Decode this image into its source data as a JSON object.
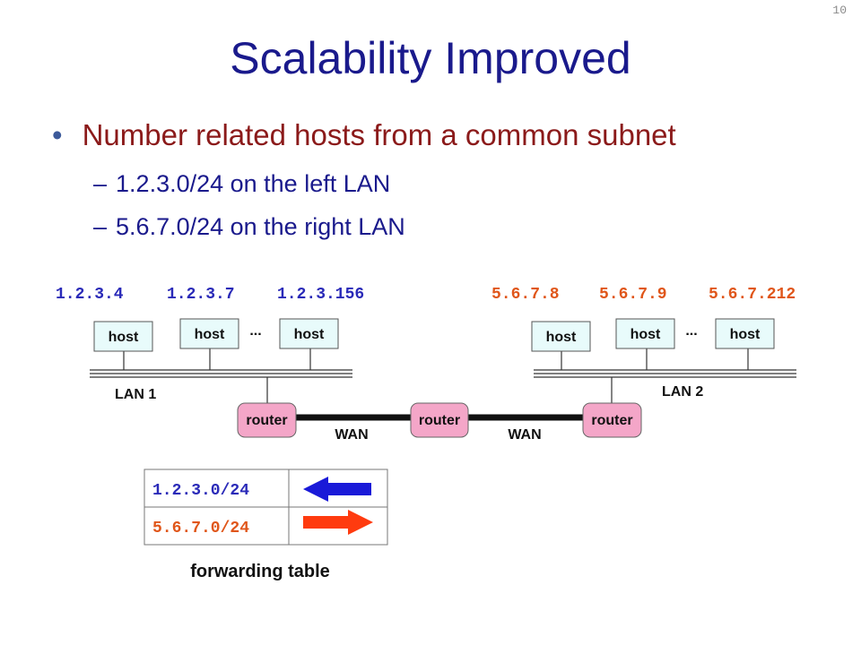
{
  "slide_number": "10",
  "title": "Scalability Improved",
  "bullet": "Number related hosts from a common subnet",
  "sub_bullets": [
    "1.2.3.0/24 on the left LAN",
    "5.6.7.0/24 on the right LAN"
  ],
  "left_lan": {
    "addresses": [
      "1.2.3.4",
      "1.2.3.7",
      "1.2.3.156"
    ],
    "host_label": "host",
    "ellipsis": "...",
    "lan_label": "LAN 1",
    "color": "#2a2ab8"
  },
  "right_lan": {
    "addresses": [
      "5.6.7.8",
      "5.6.7.9",
      "5.6.7.212"
    ],
    "host_label": "host",
    "ellipsis": "...",
    "lan_label": "LAN 2",
    "color": "#e0561a"
  },
  "router_label": "router",
  "wan_label": "WAN",
  "router_color": "#f4a6c8",
  "forwarding_table": {
    "rows": [
      {
        "prefix": "1.2.3.0/24",
        "direction": "left",
        "color": "#1a1ad8"
      },
      {
        "prefix": "5.6.7.0/24",
        "direction": "right",
        "color": "#ff3b0f"
      }
    ],
    "caption": "forwarding table"
  }
}
